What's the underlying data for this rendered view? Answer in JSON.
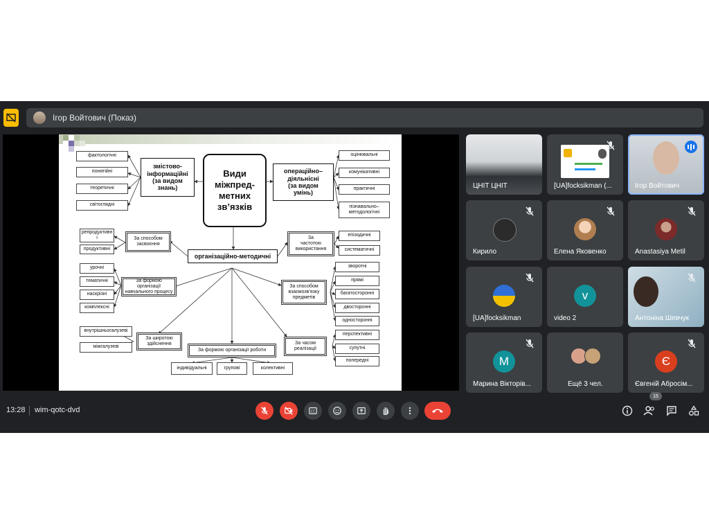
{
  "header": {
    "presenter": "Ігор Войтович (Показ)"
  },
  "slide": {
    "center_title": "Види\nміжпред-\nметних\nзв’язків",
    "left_group": {
      "label": "змістово-\nінформаційні\n(за видом\nзнань)",
      "items": [
        "фактологічні",
        "понятійні",
        "теоретичні",
        "світоглядні"
      ]
    },
    "right_group": {
      "label": "операційно–\nдіяльнісні\n(за видом\nумінь)",
      "items": [
        "оцінювальні",
        "комунікативні",
        "практичні",
        "пізнавально–\nметодологічні"
      ]
    },
    "org_label": "організаційно-методичні",
    "assimilation": {
      "label": "За способом\nзасвоєння",
      "items": [
        "репродуктивн\nі",
        "продуктивні"
      ]
    },
    "frequency": {
      "label": "За\nчастотою\nвикористання",
      "items": [
        "епізодичні",
        "систематичні"
      ]
    },
    "form_process": {
      "label": "За формою організації\nнавчального процесу",
      "items": [
        "урочні",
        "тематичні",
        "наскрізні",
        "комплексні"
      ]
    },
    "interaction": {
      "label": "За способом\nвзаємозв’язку\nпредметів",
      "items": [
        "зворотні",
        "прямі",
        "багатосторонні",
        "двосторонні",
        "односторонні"
      ]
    },
    "breadth": {
      "label": "За широтою\nздійснення",
      "items": [
        "внутрішньогалузеві",
        "міжгалузеві"
      ]
    },
    "work_form": {
      "label": "За формою  організації роботи",
      "items": [
        "індивідуальні",
        "групові",
        "колективні"
      ]
    },
    "time": {
      "label": "За часом\nреалізації",
      "items": [
        "перспективні",
        "супутні",
        "попередні"
      ]
    }
  },
  "participants": [
    {
      "name": "ЦНІТ ЦНІТ"
    },
    {
      "name": "[UA]focksikman (..."
    },
    {
      "name": "Ігор Войтович"
    },
    {
      "name": "Кирило"
    },
    {
      "name": "Елена Яковенко"
    },
    {
      "name": "Anastasiya Metil"
    },
    {
      "name": "[UA]focksikman"
    },
    {
      "name": "video 2",
      "initial": "v",
      "color": "#12939a"
    },
    {
      "name": "Антоніна Шевчук"
    },
    {
      "name": "Марина Вікторів...",
      "initial": "М",
      "color": "#12939a"
    },
    {
      "name": "Ещё 3 чел."
    },
    {
      "name": "Євгеній Абросім...",
      "initial": "Є",
      "color": "#d93f1f"
    }
  ],
  "controls": {
    "time": "13:28",
    "meeting_code": "wim-qotc-dvd",
    "participant_count": "15"
  },
  "colors": {
    "background": "#202124",
    "tile": "#3c4043",
    "danger": "#ea4335",
    "present": "#fbbc04",
    "speaking": "#8ab4f8"
  }
}
